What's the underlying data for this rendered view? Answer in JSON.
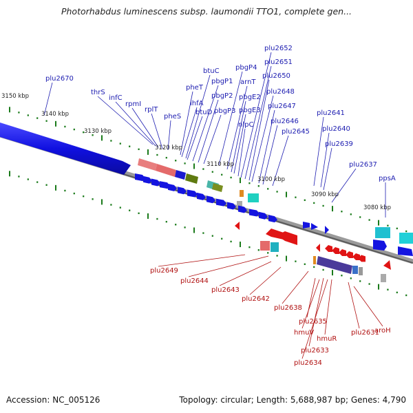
{
  "title": "Photorhabdus luminescens subsp. laumondii TTO1, complete gen...",
  "footer": {
    "accession": "Accession: NC_005126",
    "topology": "Topology: circular; Length: 5,688,987 bp; Genes: 4,790"
  },
  "scale_labels": [
    "3150 kbp",
    "3140 kbp",
    "3130 kbp",
    "3120 kbp",
    "3110 kbp",
    "3100 kbp",
    "3090 kbp",
    "3080 kbp"
  ],
  "top_genes": [
    "plu2670",
    "thrS",
    "infC",
    "rpmI",
    "rplT",
    "pheS",
    "pheT",
    "ihfA",
    "btuD",
    "btuC",
    "pbgP1",
    "pbgP2",
    "pbgP3",
    "pbgP4",
    "arnT",
    "pbgE2",
    "pbgE3",
    "nlpC",
    "plu2652",
    "plu2651",
    "plu2650",
    "plu2648",
    "plu2647",
    "plu2646",
    "plu2645",
    "plu2641",
    "plu2640",
    "plu2639",
    "plu2637",
    "ppsA"
  ],
  "bottom_genes": [
    "plu2649",
    "plu2644",
    "plu2643",
    "plu2642",
    "plu2638",
    "plu2635",
    "hmuV",
    "plu2633",
    "plu2634",
    "hmuR",
    "plu2631",
    "aroH"
  ],
  "colors": {
    "forward": "#1414e0",
    "reverse": "#e01414",
    "backbone": "#8a8a8a",
    "ticks": "#1a7a1a",
    "label_top": "#1b1bb0",
    "label_bottom": "#b01010"
  }
}
